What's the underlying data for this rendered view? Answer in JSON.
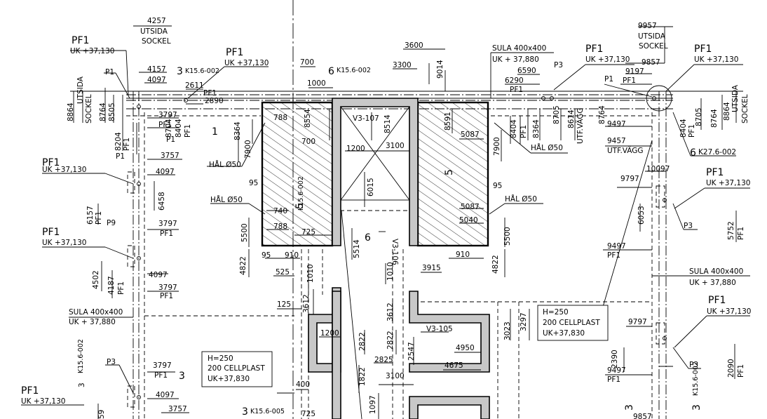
{
  "labels": {
    "d4257": "4257",
    "utsida": "UTSIDA",
    "sockel": "SOCKEL",
    "pf1": "PF1",
    "uk37130": "UK +37,130",
    "p1": "P1",
    "d4157": "4157",
    "d4097": "4097",
    "ref3": "3",
    "k156_002": "K15.6-002",
    "d2611": "2611",
    "d2890": "2890",
    "d3797": "3797",
    "d8864": "8864",
    "d8764": "8764",
    "d8505": "8505",
    "d8204": "8204",
    "d8704": "8704",
    "d8404": "8404",
    "d8364": "8364",
    "d7900": "7900",
    "hal50": "HÅL Ø50",
    "d3757": "3757",
    "d6458": "6458",
    "d6157": "6157",
    "p9": "P9",
    "d4502": "4502",
    "d4187": "4187",
    "sula400": "SULA 400x400",
    "uk37880_sp": "UK + 37,880",
    "p3": "P3",
    "uk37130_sp": "UK + 37,130",
    "d59": "59",
    "k156_005": "K15.6-005",
    "d700": "700",
    "ref6": "6",
    "d3300": "3300",
    "d3600": "3600",
    "d9014": "9014",
    "d1000": "1000",
    "v3_107": "V3-107",
    "d8514": "8514",
    "d8554": "8554",
    "d788": "788",
    "d1200": "1200",
    "d3100": "3100",
    "d6015": "6015",
    "d95": "95",
    "d740": "740",
    "d725": "725",
    "d5500": "5500",
    "d4822": "4822",
    "d910": "910",
    "d525": "525",
    "d1010": "1010",
    "d5514": "5514",
    "v3_106": "V3-106",
    "d3612": "3612",
    "d125": "125",
    "d2822": "2822",
    "v3_105": "V3-105",
    "d4950": "4950",
    "d2547": "2547",
    "d2825": "2825",
    "d4675": "4675",
    "d1822": "1822",
    "d400": "400",
    "d1097": "1097",
    "h250": "H=250",
    "cellplast": "200 CELLPLAST",
    "uk37830": "UK+37,830",
    "d3023": "3023",
    "d3297": "3297",
    "d3915": "3915",
    "d5087": "5087",
    "d5040": "5040",
    "d8591": "8591",
    "sula_uk37880": "UK + 37,880",
    "d6590": "6590",
    "d6290": "6290",
    "d8705": "8705",
    "d8614": "8614",
    "utf_vagg": "UTF.VÄGG",
    "d9957": "9957",
    "d9857": "9857",
    "d9197": "9197",
    "d9497": "9497",
    "d9457": "9457",
    "ref6b": "6",
    "k276_002": "K27.6-002",
    "d10097": "10097",
    "d9797": "9797",
    "d6053": "6053",
    "d5752": "5752",
    "d2390": "2390",
    "d2090": "2090",
    "d9857b": "9857"
  }
}
